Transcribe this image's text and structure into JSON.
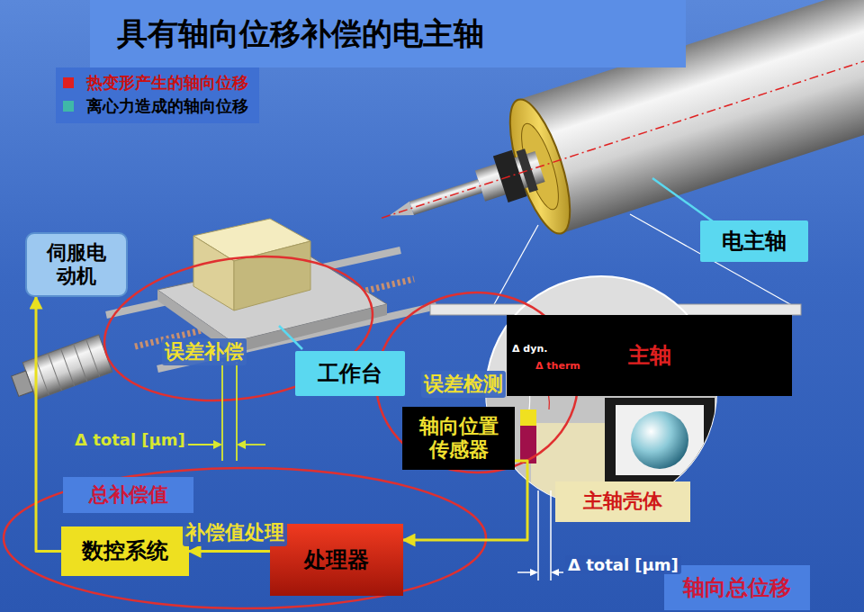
{
  "diagram": {
    "title": "具有轴向位移补偿的电主轴",
    "nodes": [
      {
        "text": [
          "伺服电动机"
        ]
      },
      {
        "text": [
          "工作台"
        ]
      },
      {
        "text": [
          "电主轴"
        ]
      },
      {
        "text": [
          "主轴"
        ]
      },
      {
        "text": [
          "轴向位置传感器"
        ]
      },
      {
        "text": [
          "总补偿值"
        ]
      },
      {
        "text": [
          "主轴壳体"
        ]
      },
      {
        "text": [
          "数控系统"
        ]
      },
      {
        "text": [
          "处理器"
        ]
      },
      {
        "text": [
          "轴向总位移"
        ]
      }
    ],
    "edges": [
      {
        "from": 4,
        "to": 8,
        "arrow": "to"
      },
      {
        "from": 8,
        "to": 7,
        "arrow": "to"
      },
      {
        "from": 7,
        "to": 0,
        "arrow": "to"
      }
    ],
    "labels": [
      "误差补偿",
      "误差检测",
      "补偿值处理",
      "Δ total [μm]",
      "Δ total [μm]",
      "Δ dyn.",
      "Δ therm"
    ],
    "legend": [
      {
        "text": "热变形产生的轴向位移",
        "color": "#e02020"
      },
      {
        "text": "离心力造成的轴向位移",
        "color": "#3fb8a8"
      }
    ]
  }
}
